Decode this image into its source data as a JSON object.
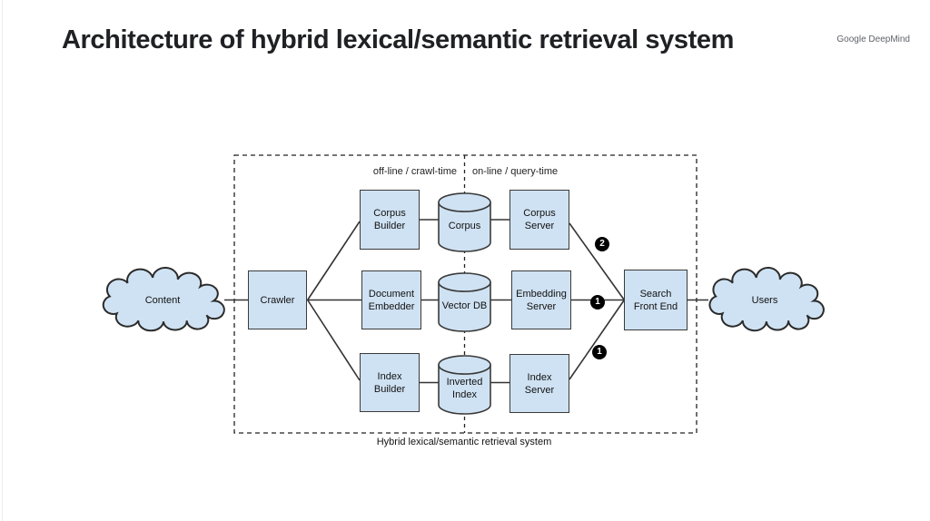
{
  "slide": {
    "title": "Architecture of hybrid lexical/semantic retrieval system",
    "brand": "Google DeepMind"
  },
  "diagram": {
    "zone_labels": {
      "offline": "off-line / crawl-time",
      "online": "on-line / query-time"
    },
    "caption": "Hybrid lexical/semantic retrieval system",
    "nodes": {
      "content": "Content",
      "crawler": "Crawler",
      "corpus_builder": "Corpus\nBuilder",
      "corpus": "Corpus",
      "corpus_server": "Corpus\nServer",
      "document_embedder": "Document\nEmbedder",
      "vector_db": "Vector DB",
      "embedding_server": "Embedding\nServer",
      "index_builder": "Index\nBuilder",
      "inverted_index": "Inverted\nIndex",
      "index_server": "Index\nServer",
      "search_front_end": "Search\nFront End",
      "users": "Users"
    },
    "badges": {
      "corpus_server_edge": "2",
      "embedding_server_edge": "1",
      "index_server_edge": "1"
    },
    "colors": {
      "node_fill": "#cfe2f3",
      "node_border": "#3a3a3a",
      "connector": "#333333",
      "dashed_boundary": "#222222",
      "badge_bg": "#000000",
      "badge_text": "#ffffff",
      "title_text": "#202124",
      "brand_text": "#5f6368"
    }
  }
}
